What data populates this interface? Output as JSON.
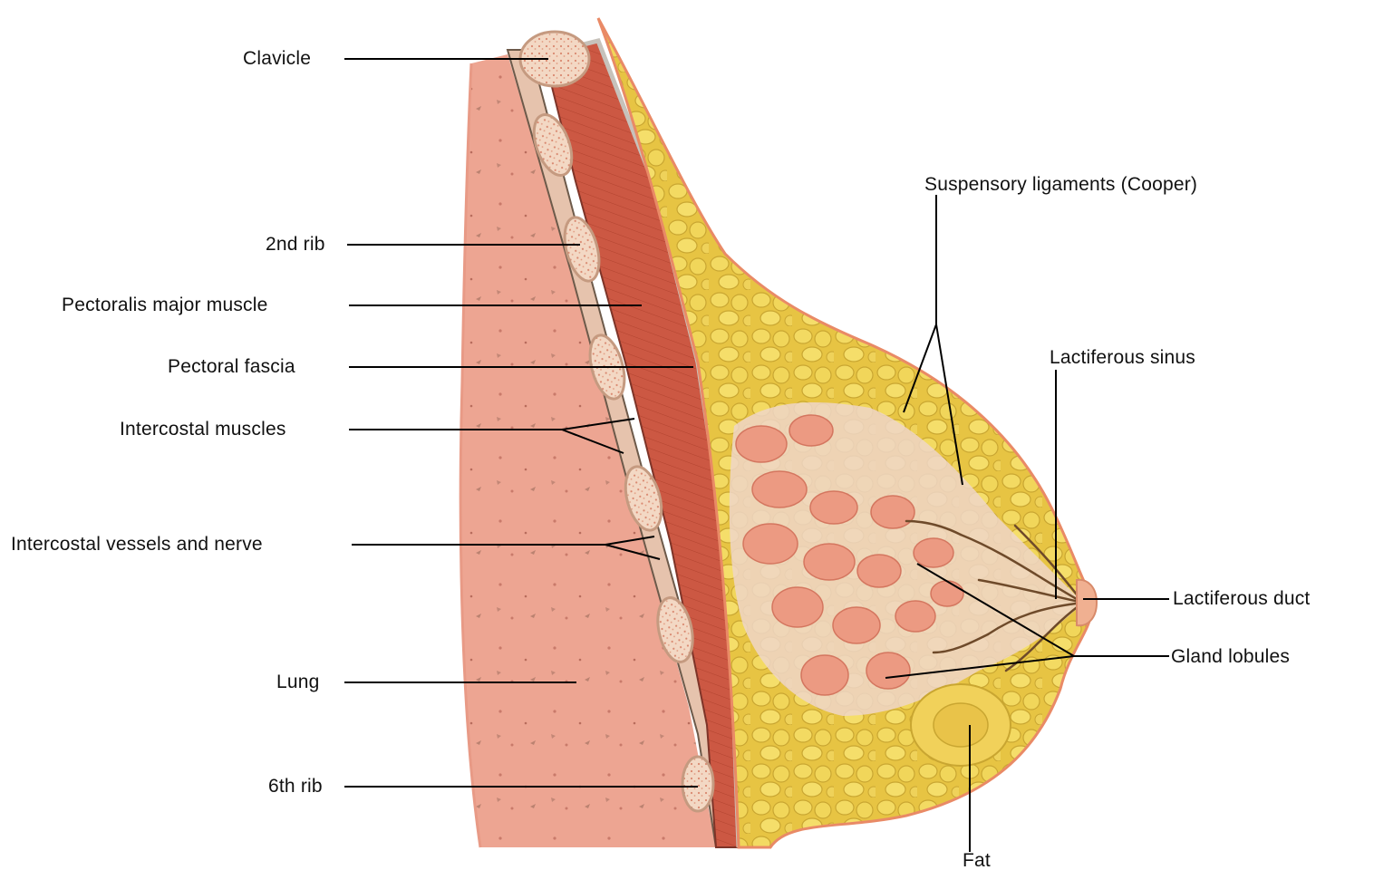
{
  "colors": {
    "fat": "#e9c94a",
    "fat_light": "#f3dd6e",
    "skin": "#f4b48e",
    "muscle": "#c9553f",
    "lung": "#eba08e",
    "bone": "#f2d6c2",
    "gland": "#ef9a86",
    "duct": "#6e4a2a",
    "leader": "#000000"
  },
  "labels": {
    "clavicle": "Clavicle",
    "rib2": "2nd rib",
    "pectoralis_major": "Pectoralis major muscle",
    "pectoral_fascia": "Pectoral fascia",
    "intercostal_muscles": "Intercostal muscles",
    "intercostal_vessels": "Intercostal vessels and nerve",
    "lung": "Lung",
    "rib6": "6th rib",
    "suspensory": "Suspensory ligaments (Cooper)",
    "lactiferous_sinus": "Lactiferous sinus",
    "lactiferous_duct": "Lactiferous duct",
    "gland_lobules": "Gland lobules",
    "fat": "Fat"
  }
}
